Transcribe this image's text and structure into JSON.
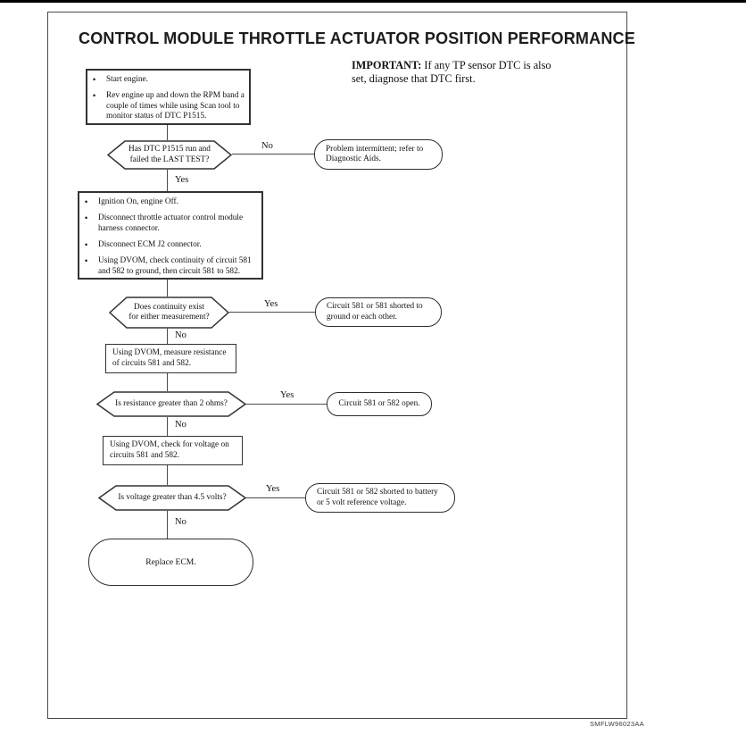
{
  "page": {
    "title": "CONTROL MODULE THROTTLE ACTUATOR POSITION PERFORMANCE",
    "important_label": "IMPORTANT:",
    "important_text": " If any TP sensor DTC is also set, diagnose that DTC first.",
    "document_code": "SMFLW96023AA"
  },
  "flow": {
    "start_box": {
      "items": [
        "Start engine.",
        "Rev engine up and down the RPM band a couple of times while using Scan tool to monitor status of DTC P1515."
      ]
    },
    "decision_dtc": {
      "lines": [
        "Has DTC P1515 run and",
        "failed the LAST TEST?"
      ],
      "yes_label": "Yes",
      "no_label": "No"
    },
    "result_intermittent": {
      "lines": [
        "Problem intermittent; refer to",
        "Diagnostic Aids."
      ]
    },
    "checks_box": {
      "items": [
        "Ignition On, engine Off.",
        "Disconnect throttle actuator control module harness connector.",
        "Disconnect ECM J2 connector.",
        "Using DVOM, check continuity of circuit 581 and 582 to ground, then circuit 581 to 582."
      ]
    },
    "decision_continuity": {
      "lines": [
        "Does continuity exist",
        "for either measurement?"
      ],
      "yes_label": "Yes",
      "no_label": "No"
    },
    "result_shorted_ground": {
      "lines": [
        "Circuit 581 or 581 shorted to",
        "ground or each other."
      ]
    },
    "resistance_box": {
      "lines": [
        "Using DVOM, measure resistance",
        "of circuits 581 and 582."
      ]
    },
    "decision_resistance": {
      "text": "Is resistance greater than 2 ohms?",
      "yes_label": "Yes",
      "no_label": "No"
    },
    "result_open": {
      "text": "Circuit 581 or 582 open."
    },
    "voltage_box": {
      "lines": [
        "Using DVOM, check for voltage on",
        "circuits 581 and 582."
      ]
    },
    "decision_voltage": {
      "text": "Is voltage greater than 4.5 volts?",
      "yes_label": "Yes",
      "no_label": "No"
    },
    "result_shorted_battery": {
      "lines": [
        "Circuit 581 or 582 shorted to battery",
        "or 5 volt reference voltage."
      ]
    },
    "terminal": {
      "text": "Replace ECM."
    }
  },
  "colors": {
    "line": "#4a4a4a",
    "text": "#141414",
    "paper": "#ffffff"
  }
}
